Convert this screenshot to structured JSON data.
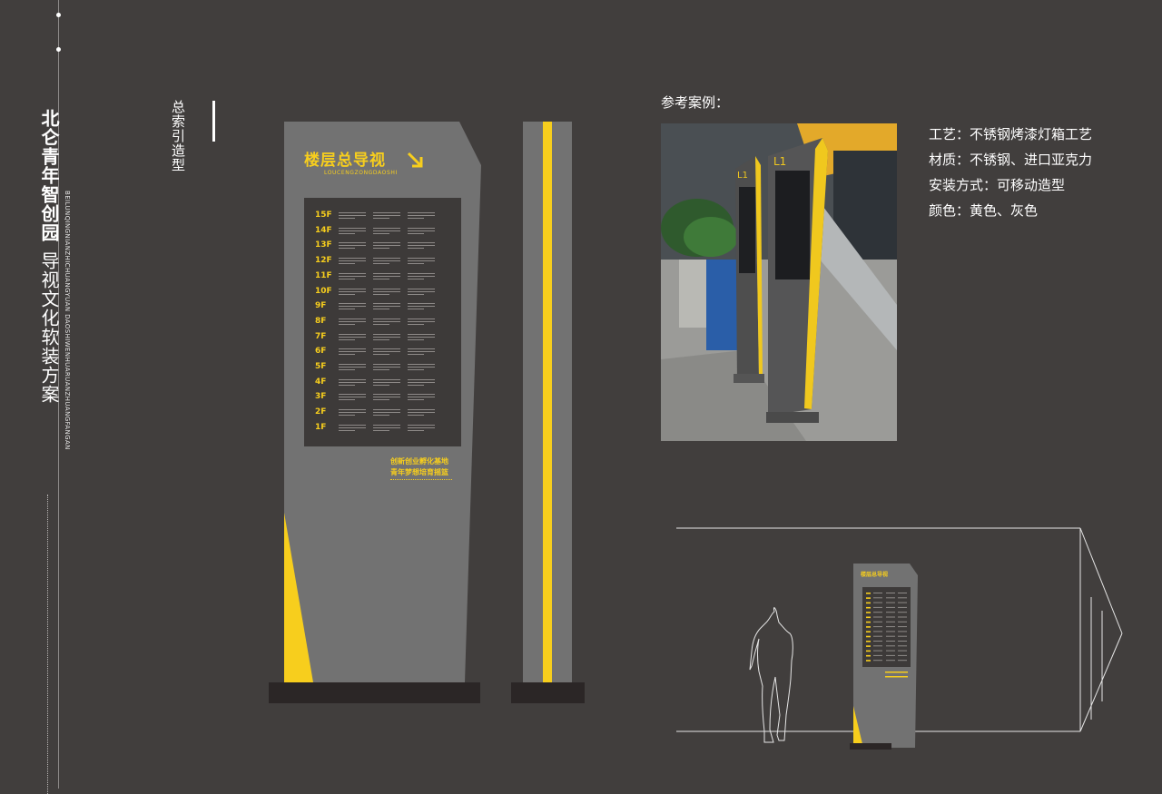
{
  "brand": {
    "name_cn_bold": "北仑青年智创园",
    "name_cn_rest": "导视文化软装方案",
    "name_pinyin": "BEILUNQINGNIANZHICHUANGYUAN DAOSHIWENHUARUANZHUANGFANGAN"
  },
  "section": {
    "title": "总索引造型"
  },
  "sign": {
    "title": "楼层总导视",
    "subtitle": "LOUCENGZONGDAOSHI",
    "floors": [
      "15F",
      "14F",
      "13F",
      "12F",
      "11F",
      "10F",
      "9F",
      "8F",
      "7F",
      "6F",
      "5F",
      "4F",
      "3F",
      "2F",
      "1F"
    ],
    "slogan_line1": "创新创业孵化基地",
    "slogan_line2": "青年梦想培育摇篮",
    "colors": {
      "accent": "#f7ce1d",
      "body": "#727272",
      "panel": "#3d3a39",
      "base": "#2b2626",
      "background": "#413e3d"
    }
  },
  "reference": {
    "heading": "参考案例：",
    "specs": [
      "工艺：不锈钢烤漆灯箱工艺",
      "材质：不锈钢、进口亚克力",
      "安装方式：可移动造型",
      "颜色：黄色、灰色"
    ],
    "photo_sign_label": "L1"
  }
}
